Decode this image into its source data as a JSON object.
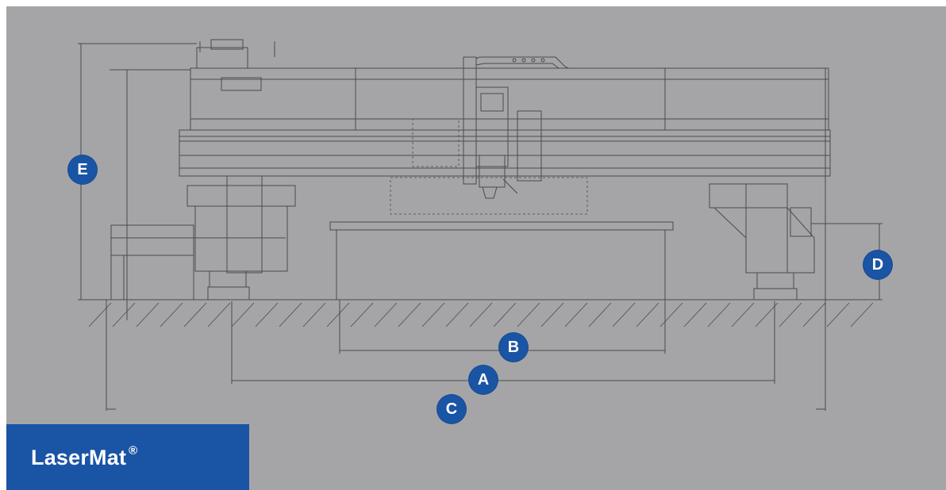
{
  "brand": {
    "name": "LaserMat",
    "mark": "®",
    "color": "#1a54a4"
  },
  "colors": {
    "background": "#a5a5a8",
    "line": "#4a4a4e",
    "badge": "#1a54a4"
  },
  "dimensions": {
    "A": "A",
    "B": "B",
    "C": "C",
    "D": "D",
    "E": "E"
  }
}
